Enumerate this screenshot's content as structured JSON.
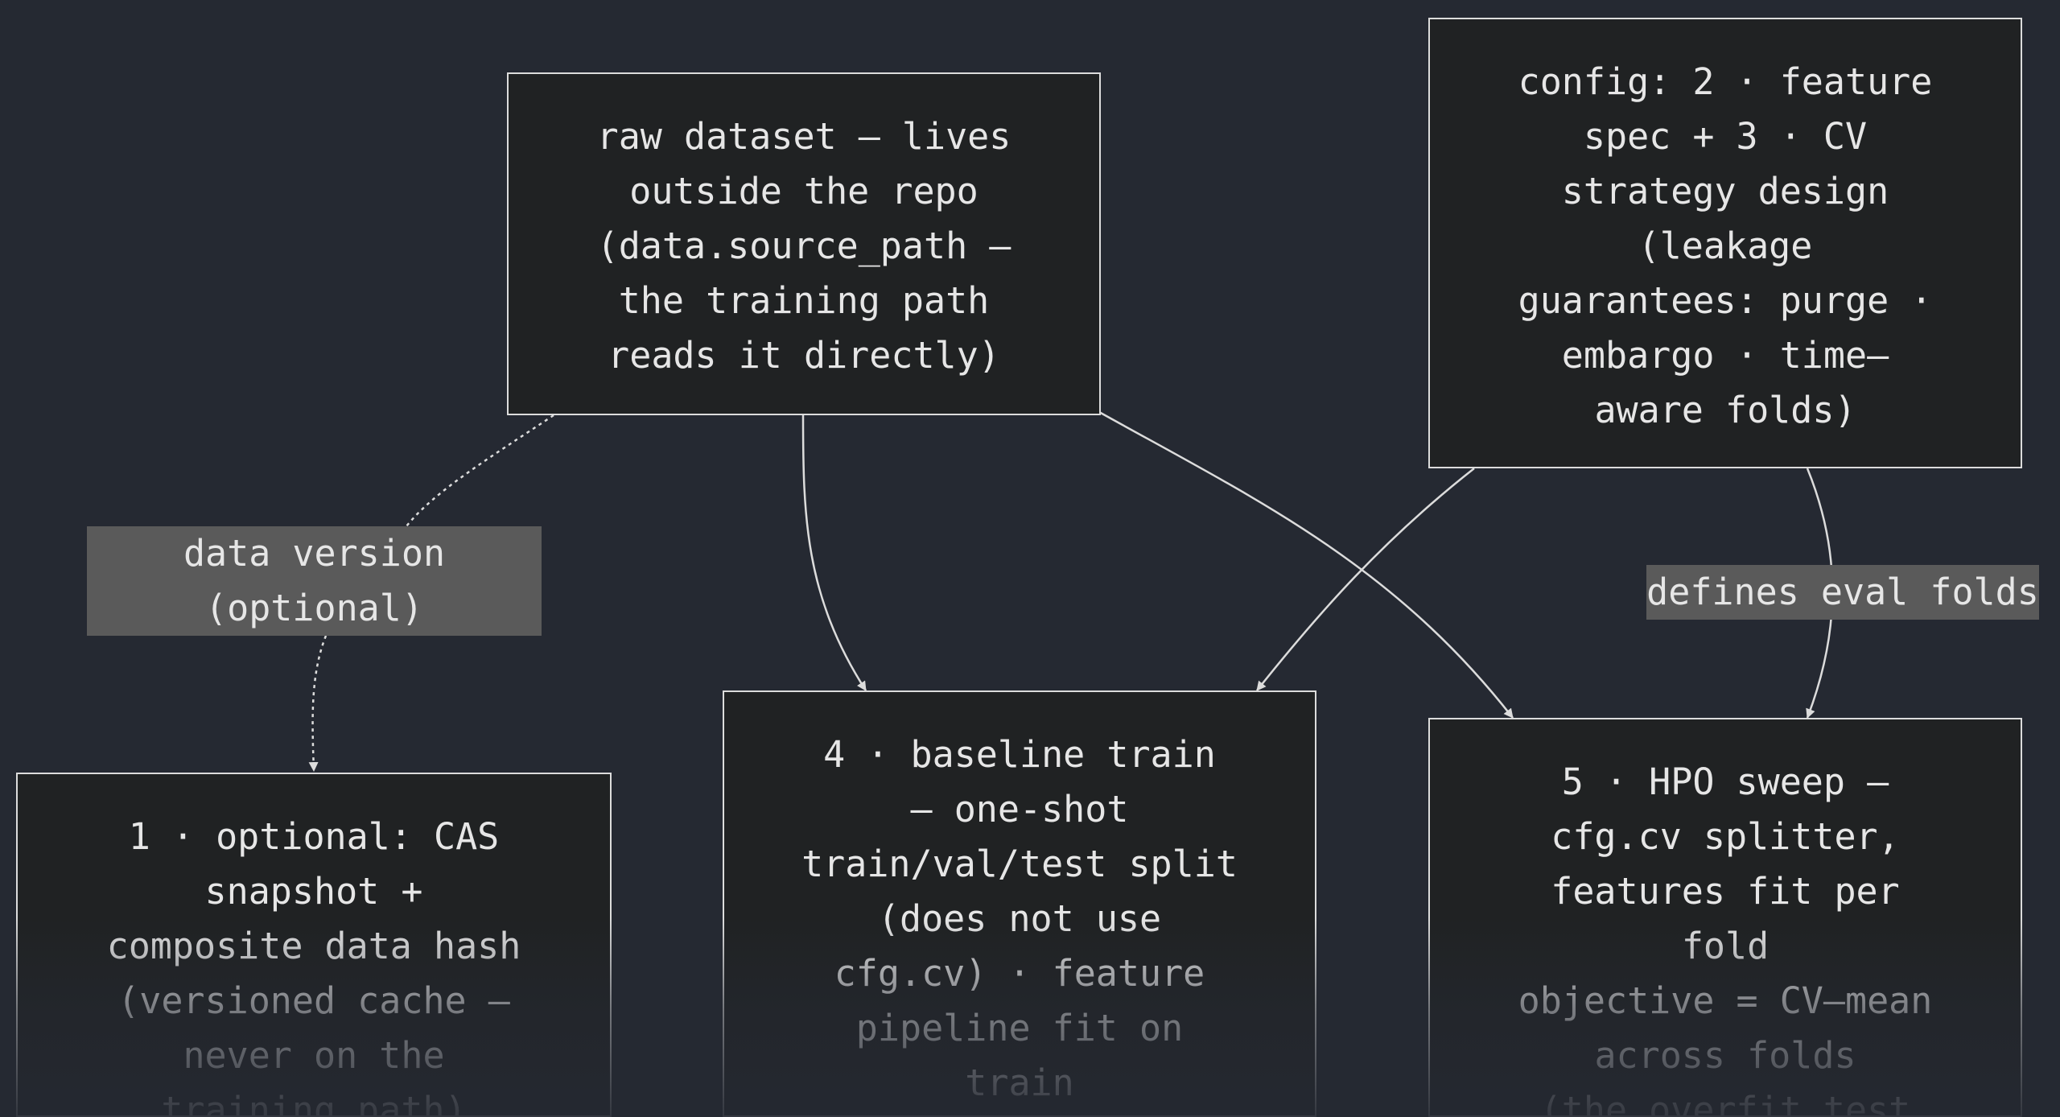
{
  "nodes": {
    "raw_dataset": "raw dataset — lives\noutside the repo\n(data.source_path —\nthe training path\nreads it directly)",
    "config": "config: 2 · feature\nspec + 3 · CV\nstrategy design\n(leakage\nguarantees: purge ·\nembargo · time—\naware folds)",
    "cas_snapshot": "1 · optional: CAS\nsnapshot +\ncomposite data hash\n(versioned cache —\nnever on the\ntraining path)",
    "baseline_train": "4 · baseline train\n— one-shot\ntrain/val/test split\n(does not use\ncfg.cv) · feature\npipeline fit on\ntrain",
    "hpo_sweep": "5 · HPO sweep —\ncfg.cv splitter,\nfeatures fit per\nfold\nobjective = CV—mean\nacross folds\n(the overfit test"
  },
  "edge_labels": {
    "data_version": "data version\n(optional)",
    "defines_eval_folds": "defines eval folds"
  },
  "colors": {
    "background": "#252932",
    "node_fill": "#202223",
    "node_border": "#dcdcdc",
    "text": "#e6e6e6",
    "label_fill": "#5a5a5a",
    "edge": "#dcdcdc"
  }
}
